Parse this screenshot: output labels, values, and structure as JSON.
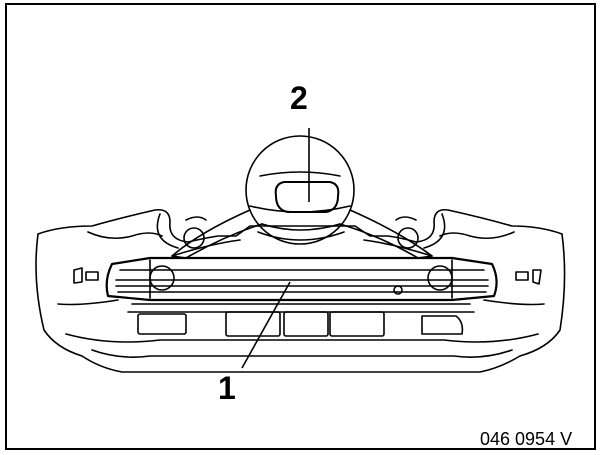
{
  "figure": {
    "callouts": [
      {
        "id": "1",
        "label": "1"
      },
      {
        "id": "2",
        "label": "2"
      }
    ],
    "figure_code": "046 0954 V"
  }
}
